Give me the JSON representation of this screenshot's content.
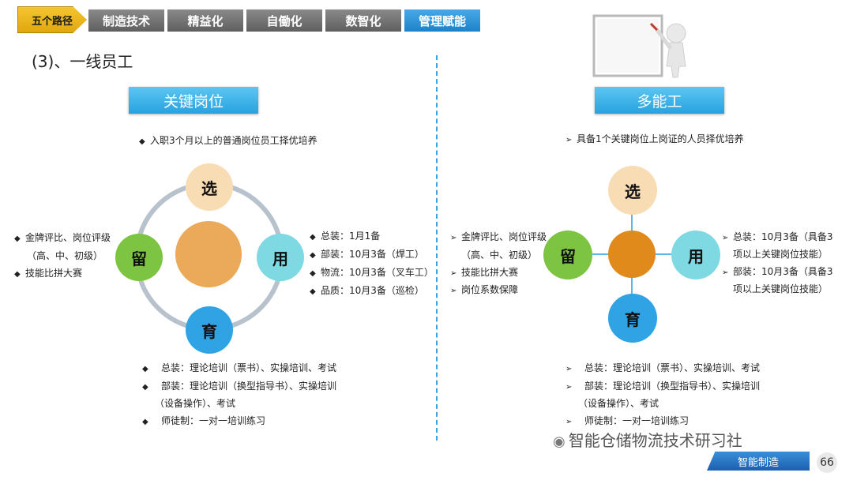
{
  "nav": {
    "first": "五个路径",
    "tabs": [
      "制造技术",
      "精益化",
      "自働化",
      "数智化",
      "管理赋能"
    ],
    "active_index": 4
  },
  "section_title": "(3)、一线员工",
  "left": {
    "heading": "关键岗位",
    "intro": "入职3个月以上的普通岗位员工择优培养",
    "circles": {
      "top": "选",
      "right": "用",
      "bottom": "育",
      "left": "留"
    },
    "left_notes": [
      "金牌评比、岗位评级",
      "（高、中、初级）",
      "技能比拼大赛"
    ],
    "right_notes": [
      "总装：1月1备",
      "部装：10月3备（焊工）",
      "物流：10月3备（叉车工）",
      "品质：10月3备（巡检）"
    ],
    "bottom_notes": [
      "总装：理论培训（票书）、实操培训、考试",
      "部装：理论培训（换型指导书）、实操培训",
      "（设备操作）、考试",
      "师徒制：一对一培训练习"
    ]
  },
  "right": {
    "heading": "多能工",
    "intro": "具备1个关键岗位上岗证的人员择优培养",
    "circles": {
      "top": "选",
      "right": "用",
      "bottom": "育",
      "left": "留"
    },
    "left_notes": [
      "金牌评比、岗位评级",
      "（高、中、初级）",
      "技能比拼大赛",
      "岗位系数保障"
    ],
    "right_notes": [
      "总装：10月3备（具备3",
      "项以上关键岗位技能）",
      "部装：10月3备（具备3",
      "项以上关键岗位技能）"
    ],
    "bottom_notes": [
      "总装：理论培训（票书）、实操培训、考试",
      "部装：理论培训（换型指导书）、实操培训",
      "（设备操作）、考试",
      "师徒制：一对一培训练习"
    ]
  },
  "footer": {
    "watermark": "智能仓储物流技术研习社",
    "bar": "智能制造",
    "page": "66"
  },
  "colors": {
    "top_circle": "#f8dcb4",
    "right_circle": "#7ed9e2",
    "bottom_circle": "#2fa3e4",
    "left_circle": "#7dc443",
    "center_left": "#eba95a",
    "center_right": "#e08a1c",
    "accent": "#27a2e0"
  }
}
